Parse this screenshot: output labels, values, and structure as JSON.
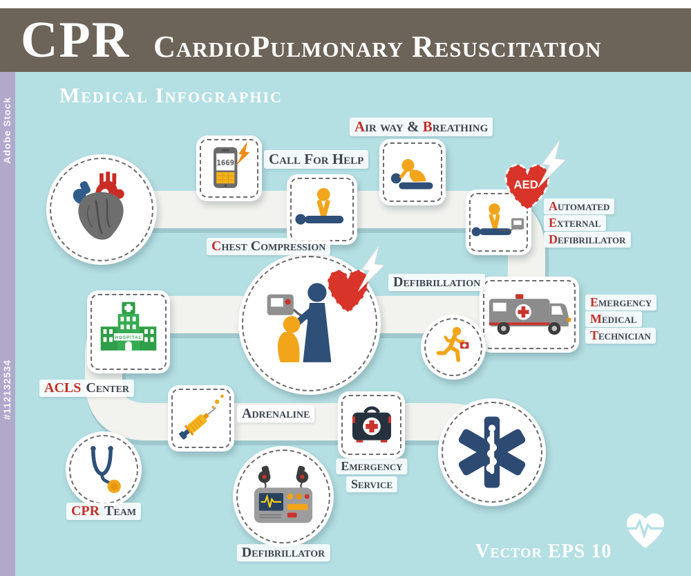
{
  "header": {
    "title": "CPR",
    "subtitle": "CardioPulmonary Resuscitation"
  },
  "tagline": "Medical Infographic",
  "watermark": {
    "brand": "Adobe Stock",
    "id": "#112132534"
  },
  "footer": {
    "vector_label": "Vector EPS 10"
  },
  "phone": {
    "number": "1669"
  },
  "aed_heart": {
    "text": "AED"
  },
  "hospital": {
    "sign": "HOSPITAL"
  },
  "labels": {
    "call_for_help": "Call For Help",
    "airway": {
      "red1": "A",
      "mid1": "ir way & ",
      "red2": "B",
      "rest": "reathing"
    },
    "chest_compression": {
      "red": "C",
      "rest": "hest Compression"
    },
    "aed_lines": [
      {
        "red": "A",
        "rest": "utomated"
      },
      {
        "red": "E",
        "rest": "xternal"
      },
      {
        "red": "D",
        "rest": "efibrillator"
      }
    ],
    "defibrillation": "Defibrillation",
    "emt_lines": [
      {
        "red": "E",
        "rest": "mergency"
      },
      {
        "red": "M",
        "rest": "edical"
      },
      {
        "red": "T",
        "rest": "echnician"
      }
    ],
    "acls_center": {
      "red": "ACLS",
      "rest": "Center"
    },
    "adrenaline": "Adrenaline",
    "emergency_service": [
      "Emergency",
      "Service"
    ],
    "cpr_team": {
      "red": "CPR",
      "rest": "Team"
    },
    "defibrillator": "Defibrillator"
  },
  "colors": {
    "header_bar": "#6d6459",
    "background": "#b4dfe3",
    "watermark_strip": "#b2a8cc",
    "accent_red": "#c03028",
    "heart_red": "#d8342a",
    "text_dark": "#3d4450",
    "icon_yellow": "#f2a51a",
    "icon_navy": "#2e4f77",
    "icon_gray": "#8c8c8c",
    "hospital_green": "#2f9e48",
    "path_white": "#f2f2ee"
  },
  "icons": {
    "anatomical_heart": "anatomical-heart-icon",
    "emergency_phone": "emergency-phone-icon",
    "lightning": "lightning-bolt-icon",
    "chest_compression": "chest-compression-icon",
    "rescue_breathing": "rescue-breathing-icon",
    "aed_heart": "aed-heart-icon",
    "aed_use": "aed-use-icon",
    "defibrillation_scene": "defibrillation-icon",
    "ambulance": "ambulance-icon",
    "paramedic_runner": "running-paramedic-icon",
    "hospital": "hospital-icon",
    "syringe": "syringe-icon",
    "first_aid_kit": "first-aid-kit-icon",
    "star_of_life": "star-of-life-icon",
    "stethoscope": "stethoscope-icon",
    "defibrillator_device": "defibrillator-device-icon",
    "heartbeat_heart": "heartbeat-heart-icon"
  }
}
